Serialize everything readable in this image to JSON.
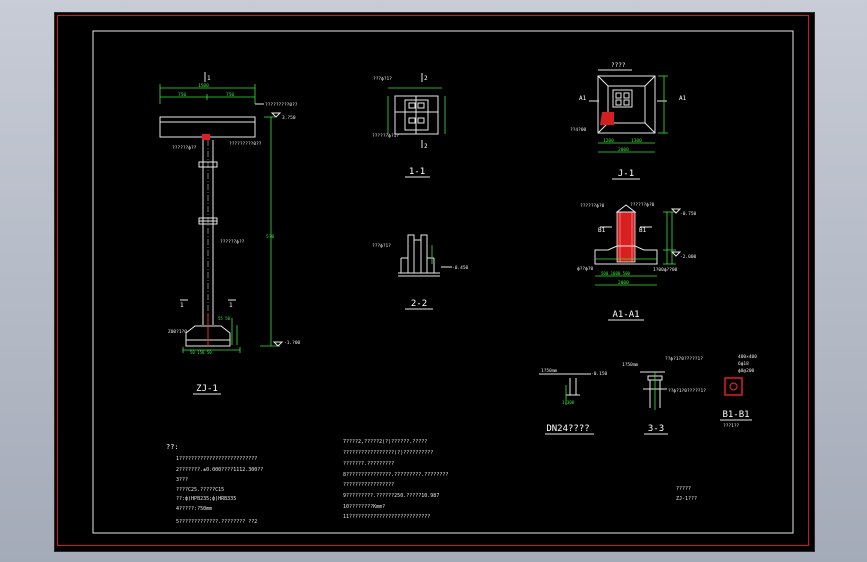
{
  "drawing": {
    "views": {
      "zj1": {
        "label": "ZJ-1",
        "dim_top": "1500",
        "dim_left": "750",
        "dim_right": "750",
        "dim_height": "5?0",
        "level_top": "3.?50",
        "level_bottom": "-1.?00",
        "cut_mark": "1",
        "note_top": "?????????0??",
        "note_mid": "??????ф??",
        "note_base": "Z00?1?0"
      },
      "s11": {
        "label": "1-1",
        "cut_mark": "2",
        "note": "???ф?1?",
        "note_low": "??????ф?1?"
      },
      "j1": {
        "label": "J-1",
        "title": "????",
        "cut_left": "A1",
        "cut_right": "A1",
        "dim_bottom": "2000",
        "dim_a": "1200",
        "dim_b": "1300",
        "note": "??4?00"
      },
      "a1": {
        "label": "A1-A1",
        "cut_left": "B1",
        "cut_right": "B1",
        "level_top": "-0.750",
        "level_bottom": "-2.000",
        "dim_bottom": "2000",
        "note_top": "??????ф?0",
        "note_left": "ф??ф?0",
        "note_right": "1?00ф??00"
      },
      "s22": {
        "label": "2-2",
        "level": "-0.450",
        "note": "???ф?1?"
      },
      "dn": {
        "label": "DN24????",
        "level": "-0.150",
        "note": "1?50mm"
      },
      "s33": {
        "label": "3-3",
        "note": "??ф?1?0?????1?"
      },
      "b1": {
        "label": "B1-B1",
        "notes": [
          "400×400",
          "6ф18",
          "ф8@200"
        ],
        "note_bottom": "???1??"
      }
    },
    "notes_left": {
      "heading": "??:",
      "lines": [
        "1??????????????????????????",
        "2???????.±0.000????1112.300??",
        "3???",
        "    ????C25.?????C15",
        "    ??:ф)HPB235;ф)HRB335",
        "4?????:?50mm",
        "5?????????????.????????    ??2"
      ]
    },
    "notes_right": {
      "lines": [
        "7????2,?????2(?)??????.?????",
        "   ?????????????????(?)??????????",
        "   ???????.?????????",
        "8???????????????.?????????.????????",
        "   ?????????????????",
        "9?????????.??????250.?????10.987",
        "10????????Кmm?",
        "11???????????????????????????"
      ]
    },
    "title_block": {
      "line1": "?????",
      "line2": "ZJ-1???"
    }
  }
}
